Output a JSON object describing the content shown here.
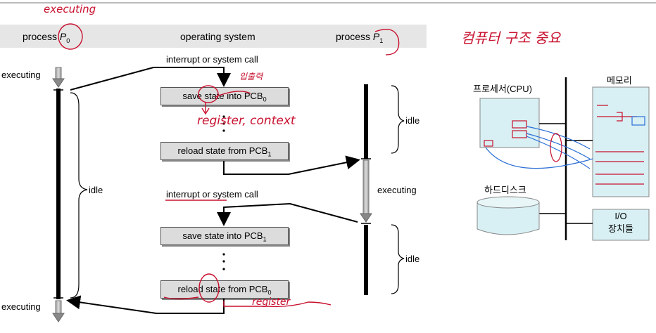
{
  "header": {
    "process_p0_prefix": "process ",
    "p0_symbol": "P",
    "p0_sub": "0",
    "os": "operating system",
    "process_p1_prefix": "process ",
    "p1_symbol": "P",
    "p1_sub": "1"
  },
  "events": {
    "interrupt_1": "interrupt or system call",
    "interrupt_2": "interrupt or system call"
  },
  "boxes": {
    "save_pcb0_prefix": "save state into PCB",
    "save_pcb0_sub": "0",
    "reload_pcb1_prefix": "reload state from PCB",
    "reload_pcb1_sub": "1",
    "save_pcb1_prefix": "save state into PCB",
    "save_pcb1_sub": "1",
    "reload_pcb0_prefix": "reload state from PCB",
    "reload_pcb0_sub": "0"
  },
  "states": {
    "p0_executing_top": "executing",
    "p0_idle": "idle",
    "p0_executing_bottom": "executing",
    "p1_idle_top": "idle",
    "p1_executing": "executing",
    "p1_idle_bottom": "idle"
  },
  "handwriting": {
    "top_note": "executing",
    "under_interrupt": "입출력",
    "register_context": "register, context",
    "bottom_note": "register",
    "title_kr": "컴퓨터 구조 중요"
  },
  "hardware": {
    "cpu_label": "프로세서(CPU)",
    "memory_label": "메모리",
    "disk_label": "하드디스크",
    "io_label_line1": "I/O",
    "io_label_line2": "장치들"
  },
  "colors": {
    "ink_red": "#c8102e",
    "ink_blue": "#2b6fd6",
    "ink_green": "#2f9e3a",
    "panel_fill": "#d8f0f4",
    "header_band": "#e6e6e6"
  }
}
